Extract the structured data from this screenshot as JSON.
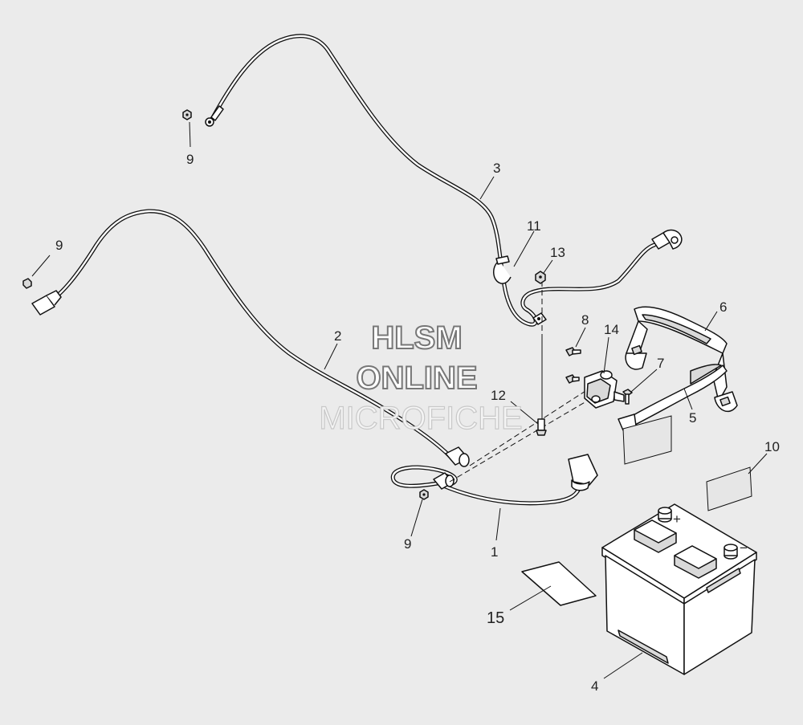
{
  "watermark": {
    "line1": "HLSM",
    "line2": "ONLINE",
    "line3": "MICROFICHE"
  },
  "callouts": {
    "c1": "1",
    "c2": "2",
    "c3": "3",
    "c4": "4",
    "c5": "5",
    "c6": "6",
    "c7": "7",
    "c8": "8",
    "c9a": "9",
    "c9b": "9",
    "c9c": "9",
    "c10": "10",
    "c11": "11",
    "c12": "12",
    "c13": "13",
    "c14": "14",
    "c15": "15"
  },
  "battery": {
    "plus_mark": "+",
    "minus_mark": "−"
  }
}
